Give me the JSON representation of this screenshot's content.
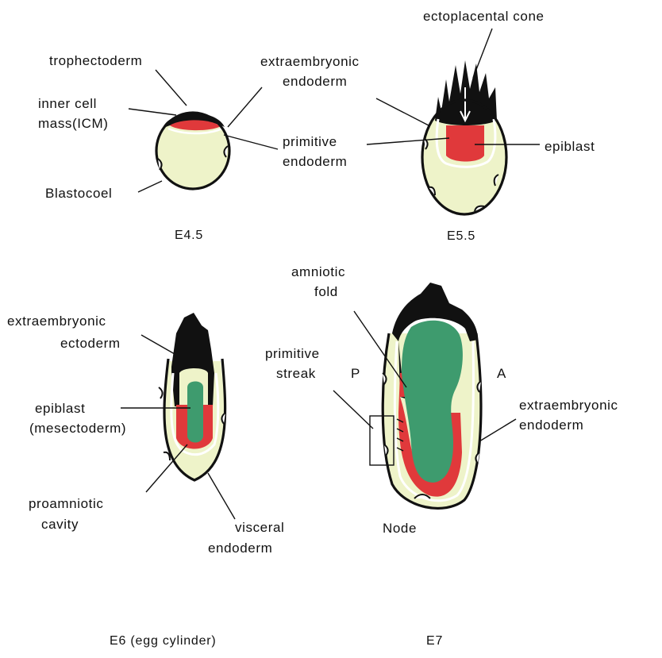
{
  "colors": {
    "yolk": "#eef3c9",
    "red": "#e0393b",
    "green": "#3e9b6e",
    "black": "#111111",
    "white": "#ffffff"
  },
  "panels": {
    "e45": {
      "stage_label": "E4.5",
      "labels": {
        "trophectoderm": "trophectoderm",
        "icm_1": "inner cell",
        "icm_2": "mass(ICM)",
        "blastocoel": "Blastocoel"
      }
    },
    "shared": {
      "extraembryonic_1": "extraembryonic",
      "extraembryonic_2": "endoderm",
      "primitive_1": "primitive",
      "primitive_2": "endoderm"
    },
    "e55": {
      "stage_label": "E5.5",
      "labels": {
        "ectoplacental_cone": "ectoplacental cone",
        "epiblast": "epiblast"
      }
    },
    "e6": {
      "stage_label": "E6 (egg cylinder)",
      "labels": {
        "extraembryonic_ectoderm_1": "extraembryonic",
        "extraembryonic_ectoderm_2": "ectoderm",
        "epiblast_1": "epiblast",
        "epiblast_2": "(mesectoderm)",
        "proamniotic_1": "proamniotic",
        "proamniotic_2": "cavity",
        "visceral_1": "visceral",
        "visceral_2": "endoderm"
      }
    },
    "e7": {
      "stage_label": "E7",
      "labels": {
        "amniotic_1": "amniotic",
        "amniotic_2": "fold",
        "streak_1": "primitive",
        "streak_2": "streak",
        "posterior": "P",
        "anterior": "A",
        "xe_1": "extraembryonic",
        "xe_2": "endoderm",
        "node": "Node"
      }
    }
  }
}
